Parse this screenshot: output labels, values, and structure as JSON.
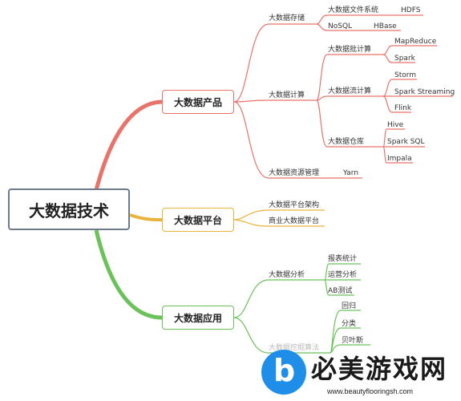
{
  "root": "大数据技术",
  "branches": {
    "products": "大数据产品",
    "platform": "大数据平台",
    "apps": "大数据应用"
  },
  "products": {
    "storage": "大数据存储",
    "fs": "大数据文件系统",
    "hdfs": "HDFS",
    "nosql": "NoSQL",
    "hbase": "HBase",
    "compute": "大数据计算",
    "batch": "大数据批计算",
    "mapreduce": "MapReduce",
    "spark": "Spark",
    "stream": "大数据流计算",
    "storm": "Storm",
    "spark_streaming": "Spark Streaming",
    "flink": "Flink",
    "warehouse": "大数据仓库",
    "hive": "Hive",
    "spark_sql": "Spark SQL",
    "impala": "Impala",
    "resource": "大数据资源管理",
    "yarn": "Yarn"
  },
  "platform": {
    "arch": "大数据平台架构",
    "commercial": "商业大数据平台"
  },
  "apps": {
    "analysis": "大数据分析",
    "report": "报表统计",
    "ops": "运营分析",
    "ab": "AB测试",
    "mining": "大数据挖掘算法",
    "regression": "回归",
    "classify": "分类",
    "bayes": "贝叶斯"
  },
  "watermark": {
    "logo_letter": "b",
    "name": "必美游戏网",
    "url": "www.beautyflooringsh.com"
  },
  "colors": {
    "products": "#e8736b",
    "platform": "#e9b33b",
    "apps": "#6cc25a",
    "root_border": "#6b7b8c",
    "logo": "#1f8ee8"
  }
}
